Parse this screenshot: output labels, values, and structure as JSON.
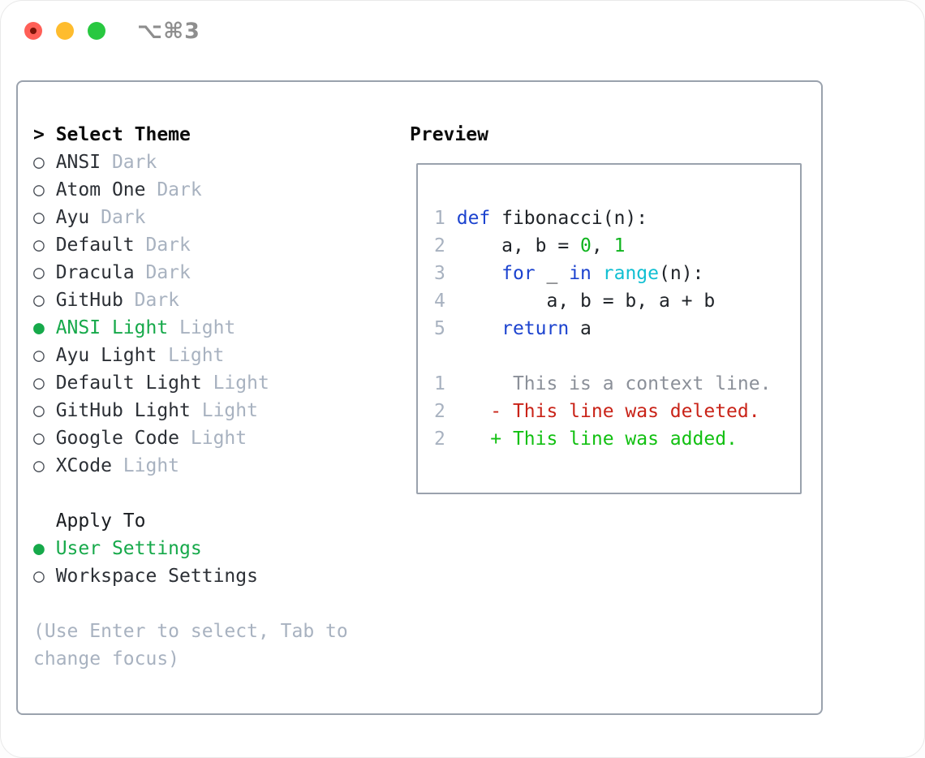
{
  "window": {
    "title": "⌥⌘3",
    "traffic_lights": [
      "close",
      "minimize",
      "zoom"
    ]
  },
  "colors": {
    "accent_green": "#16a94a",
    "keyword_blue": "#1c43cf",
    "function_cyan": "#10bfd2",
    "number_green": "#0fb41e",
    "deleted_red": "#c92318",
    "added_green": "#12c012",
    "context_gray": "#8b9099",
    "muted_gray": "#a8b2c0",
    "border_gray": "#9aa2ad",
    "traffic_red": "#ff5f57",
    "traffic_yellow": "#febc2e",
    "traffic_green": "#28c840"
  },
  "theme_panel": {
    "header_prefix": ">",
    "header": "Select Theme",
    "radio_unselected": "○",
    "radio_selected": "●",
    "themes": [
      {
        "name": "ANSI",
        "variant": "Dark",
        "selected": false
      },
      {
        "name": "Atom One",
        "variant": "Dark",
        "selected": false
      },
      {
        "name": "Ayu",
        "variant": "Dark",
        "selected": false
      },
      {
        "name": "Default",
        "variant": "Dark",
        "selected": false
      },
      {
        "name": "Dracula",
        "variant": "Dark",
        "selected": false
      },
      {
        "name": "GitHub",
        "variant": "Dark",
        "selected": false
      },
      {
        "name": "ANSI Light",
        "variant": "Light",
        "selected": true
      },
      {
        "name": "Ayu Light",
        "variant": "Light",
        "selected": false
      },
      {
        "name": "Default Light",
        "variant": "Light",
        "selected": false
      },
      {
        "name": "GitHub Light",
        "variant": "Light",
        "selected": false
      },
      {
        "name": "Google Code",
        "variant": "Light",
        "selected": false
      },
      {
        "name": "XCode",
        "variant": "Light",
        "selected": false
      }
    ],
    "apply_to": {
      "header": "Apply To",
      "options": [
        {
          "label": "User Settings",
          "selected": true
        },
        {
          "label": "Workspace Settings",
          "selected": false
        }
      ]
    },
    "hint_lines": [
      "(Use Enter to select, Tab to",
      "change focus)"
    ]
  },
  "preview": {
    "header": "Preview",
    "code_lines": [
      {
        "n": "1",
        "segs": [
          {
            "c": "fg",
            "t": " "
          },
          {
            "c": "kw",
            "t": "def"
          },
          {
            "c": "fg",
            "t": " fibonacci(n):"
          }
        ]
      },
      {
        "n": "2",
        "segs": [
          {
            "c": "fg",
            "t": "     a, b = "
          },
          {
            "c": "num",
            "t": "0"
          },
          {
            "c": "fg",
            "t": ", "
          },
          {
            "c": "num",
            "t": "1"
          }
        ]
      },
      {
        "n": "3",
        "segs": [
          {
            "c": "fg",
            "t": "     "
          },
          {
            "c": "kw",
            "t": "for"
          },
          {
            "c": "fg",
            "t": " _ "
          },
          {
            "c": "kw",
            "t": "in"
          },
          {
            "c": "fg",
            "t": " "
          },
          {
            "c": "fn",
            "t": "range"
          },
          {
            "c": "fg",
            "t": "(n):"
          }
        ]
      },
      {
        "n": "4",
        "segs": [
          {
            "c": "fg",
            "t": "         a, b = b, a + b"
          }
        ]
      },
      {
        "n": "5",
        "segs": [
          {
            "c": "fg",
            "t": "     "
          },
          {
            "c": "kw",
            "t": "return"
          },
          {
            "c": "fg",
            "t": " a"
          }
        ]
      }
    ],
    "diff_lines": [
      {
        "n": "1",
        "segs": [
          {
            "c": "ctx",
            "t": "      This is a context line."
          }
        ]
      },
      {
        "n": "2",
        "segs": [
          {
            "c": "del",
            "t": "    - This line was deleted."
          }
        ]
      },
      {
        "n": "2b",
        "n_display": "2",
        "segs": [
          {
            "c": "add",
            "t": "    + This line was added."
          }
        ]
      }
    ]
  }
}
